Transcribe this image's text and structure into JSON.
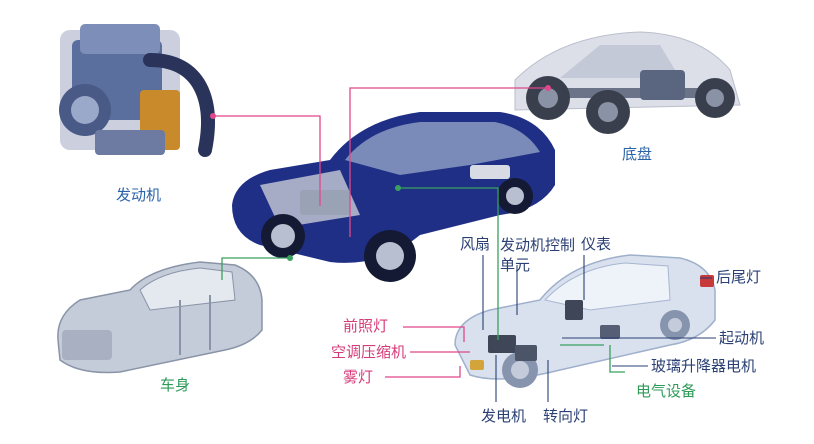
{
  "colors": {
    "main_label": "#2b63a8",
    "green_label": "#2e9a58",
    "pink_label": "#d63c7a",
    "navy_label": "#2a3f73",
    "pink_line": "#e0488a",
    "green_line": "#3aa05f",
    "car_body": "#1f2f86"
  },
  "labels": {
    "engine": "发动机",
    "chassis": "底盘",
    "body": "车身",
    "electrical": "电气设备",
    "fan": "风扇",
    "ecu": "发动机控制单元",
    "instrument": "仪表",
    "taillight": "后尾灯",
    "headlight": "前照灯",
    "ac_compressor": "空调压缩机",
    "fog_lamp": "雾灯",
    "starter": "起动机",
    "window_motor": "玻璃升降器电机",
    "alternator": "发电机",
    "turn_signal": "转向灯"
  }
}
